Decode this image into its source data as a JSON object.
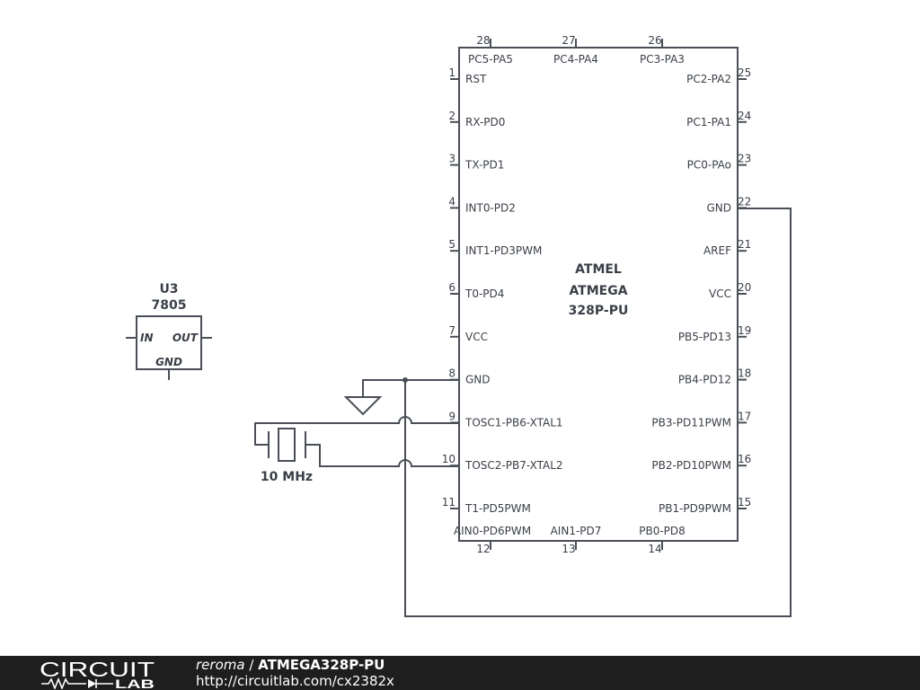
{
  "chip": {
    "title_lines": [
      "ATMEL",
      "ATMEGA",
      "328P-PU"
    ],
    "top_pins": [
      {
        "num": "28",
        "label": "PC5-PA5"
      },
      {
        "num": "27",
        "label": "PC4-PA4"
      },
      {
        "num": "26",
        "label": "PC3-PA3"
      }
    ],
    "left_pins": [
      {
        "num": "1",
        "label": "RST"
      },
      {
        "num": "2",
        "label": "RX-PD0"
      },
      {
        "num": "3",
        "label": "TX-PD1"
      },
      {
        "num": "4",
        "label": "INT0-PD2"
      },
      {
        "num": "5",
        "label": "INT1-PD3PWM"
      },
      {
        "num": "6",
        "label": "T0-PD4"
      },
      {
        "num": "7",
        "label": "VCC"
      },
      {
        "num": "8",
        "label": "GND"
      },
      {
        "num": "9",
        "label": "TOSC1-PB6-XTAL1"
      },
      {
        "num": "10",
        "label": "TOSC2-PB7-XTAL2"
      },
      {
        "num": "11",
        "label": "T1-PD5PWM"
      }
    ],
    "right_pins": [
      {
        "num": "25",
        "label": "PC2-PA2"
      },
      {
        "num": "24",
        "label": "PC1-PA1"
      },
      {
        "num": "23",
        "label": "PC0-PAo"
      },
      {
        "num": "22",
        "label": "GND"
      },
      {
        "num": "21",
        "label": "AREF"
      },
      {
        "num": "20",
        "label": "VCC"
      },
      {
        "num": "19",
        "label": "PB5-PD13"
      },
      {
        "num": "18",
        "label": "PB4-PD12"
      },
      {
        "num": "17",
        "label": "PB3-PD11PWM"
      },
      {
        "num": "16",
        "label": "PB2-PD10PWM"
      },
      {
        "num": "15",
        "label": "PB1-PD9PWM"
      }
    ],
    "bottom_pins": [
      {
        "num": "12",
        "label": "AIN0-PD6PWM"
      },
      {
        "num": "13",
        "label": "AIN1-PD7"
      },
      {
        "num": "14",
        "label": "PB0-PD8"
      }
    ]
  },
  "regulator": {
    "ref": "U3",
    "value": "7805",
    "pin_in": "IN",
    "pin_out": "OUT",
    "pin_gnd": "GND"
  },
  "crystal": {
    "value": "10 MHz"
  },
  "footer": {
    "logo_top": "CIRCUIT",
    "logo_bottom": "LAB",
    "author": "reroma",
    "separator": " / ",
    "circuit_name": "ATMEGA328P-PU",
    "url": "http://circuitlab.com/cx2382x"
  }
}
